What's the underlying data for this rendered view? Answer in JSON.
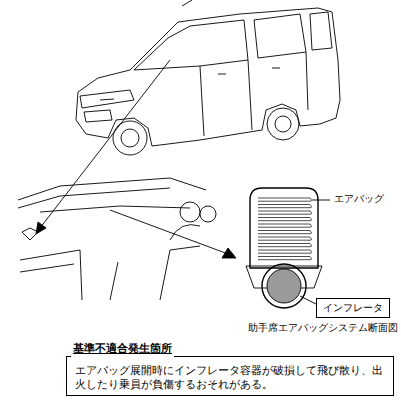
{
  "diagram": {
    "nodes": [
      {
        "text": [
          "基準不適合発生箇所",
          "エアバッグ展開時にインフレータ容器が破損して飛び散り、出火したり乗員が負傷するおそれがある。"
        ]
      },
      {
        "text": [
          "インフレータ"
        ]
      }
    ],
    "labels": [
      "エアバッグ",
      "助手席エアバッグシステム断面図"
    ]
  }
}
